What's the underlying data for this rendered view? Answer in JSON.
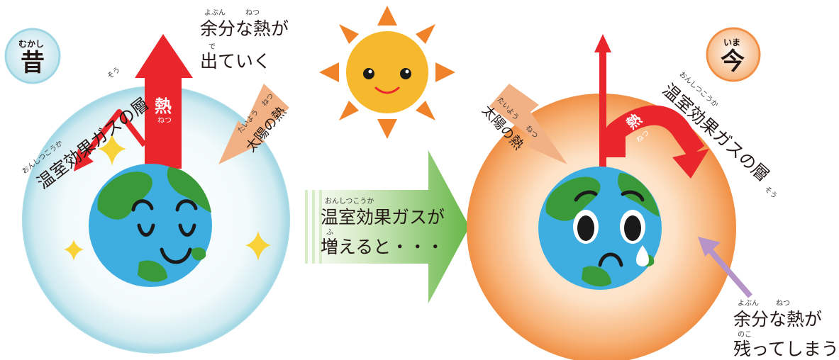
{
  "colors": {
    "heat_arrow": "#e8262c",
    "solar_arrow": "#f2b184",
    "reemit_arrow": "#b794c8",
    "past_atmosphere": "#d8eef2",
    "now_atmosphere": "#f4a05a",
    "sun": "#f6b92e",
    "sun_rays": "#f0822a",
    "earth_ocean": "#3eaee0",
    "earth_land": "#3a9a3a",
    "center_arrow": "#7ec25d",
    "sparkle": "#f7d239"
  },
  "icons": [
    "sun-icon",
    "happy-earth-icon",
    "sad-earth-icon",
    "sparkle-icon",
    "tear-icon"
  ],
  "past": {
    "badge": "昔",
    "badge_ruby": "むかし",
    "layer_label": "温室効果ガスの層",
    "layer_ruby_a": "おんしつこうか",
    "layer_ruby_b": "そう",
    "heat_label": "熱",
    "heat_ruby": "ねつ",
    "solar_label": "太陽の熱",
    "solar_ruby_a": "たいよう",
    "solar_ruby_b": "ねつ",
    "escape_line1": "余分な熱が",
    "escape_line2": "出ていく",
    "escape_ruby_a": "よぶん",
    "escape_ruby_b": "ねつ",
    "escape_ruby_c": "で"
  },
  "middle": {
    "line1": "温室効果ガスが",
    "line2": "増えると・・・",
    "ruby_a": "おんしつこうか",
    "ruby_b": "ふ"
  },
  "now": {
    "badge": "今",
    "badge_ruby": "いま",
    "layer_label": "温室効果ガスの層",
    "layer_ruby_a": "おんしつこうか",
    "layer_ruby_b": "そう",
    "heat_label": "熱",
    "heat_ruby": "ねつ",
    "solar_label": "太陽の熱",
    "solar_ruby_a": "たいよう",
    "solar_ruby_b": "ねつ",
    "remain_line1": "余分な熱が",
    "remain_line2": "残ってしまう",
    "remain_ruby_a": "よぶん",
    "remain_ruby_b": "ねつ",
    "remain_ruby_c": "のこ"
  }
}
